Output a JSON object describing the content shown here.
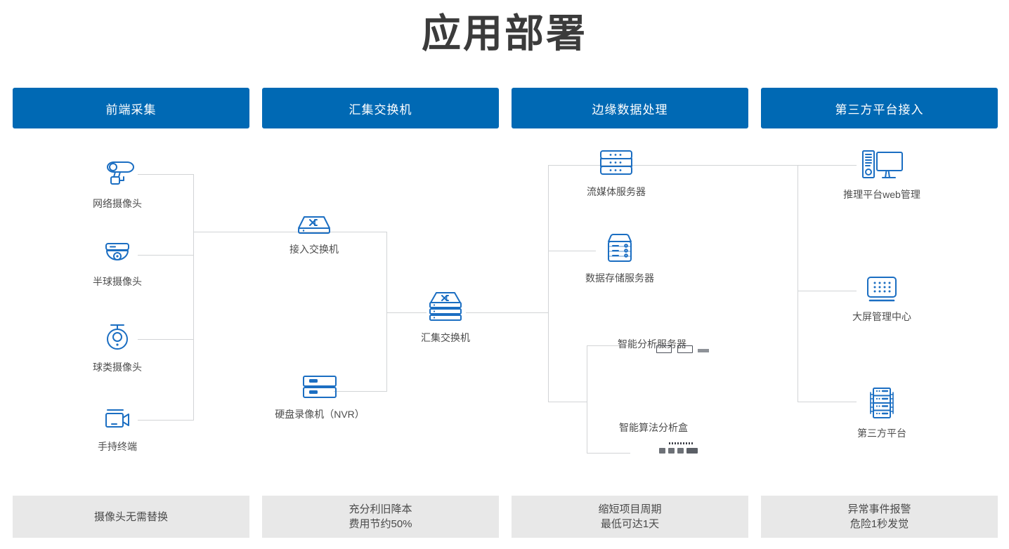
{
  "page": {
    "title": "应用部署",
    "accent_color": "#0069b4",
    "footer_bg": "#e8e8e8",
    "line_color": "#d2d4d6",
    "icon_color": "#1b6ec2"
  },
  "columns": [
    {
      "header": "前端采集",
      "footer_lines": [
        "摄像头无需替换"
      ],
      "nodes": [
        {
          "label": "网络摄像头",
          "icon": "bullet-camera-icon"
        },
        {
          "label": "半球摄像头",
          "icon": "dome-camera-icon"
        },
        {
          "label": "球类摄像头",
          "icon": "ptz-camera-icon"
        },
        {
          "label": "手持终端",
          "icon": "camcorder-icon"
        }
      ]
    },
    {
      "header": "汇集交换机",
      "footer_lines": [
        "充分利旧降本",
        "费用节约50%"
      ],
      "nodes": [
        {
          "label": "接入交换机",
          "icon": "network-switch-icon"
        },
        {
          "label": "硬盘录像机（NVR）",
          "icon": "nvr-recorder-icon"
        },
        {
          "label": "汇集交换机",
          "icon": "stacked-switch-icon"
        }
      ]
    },
    {
      "header": "边缘数据处理",
      "footer_lines": [
        "缩短项目周期",
        "最低可达1天"
      ],
      "nodes": [
        {
          "label": "流媒体服务器",
          "icon": "rack-server-icon"
        },
        {
          "label": "数据存储服务器",
          "icon": "storage-server-icon"
        },
        {
          "label": "智能分析服务器",
          "icon": "analysis-server-photo"
        },
        {
          "label": "智能算法分析盒",
          "icon": "analysis-box-photo"
        }
      ]
    },
    {
      "header": "第三方平台接入",
      "footer_lines": [
        "异常事件报警",
        "危险1秒发觉"
      ],
      "nodes": [
        {
          "label": "推理平台web管理",
          "icon": "desktop-pc-icon"
        },
        {
          "label": "大屏管理中心",
          "icon": "video-wall-icon"
        },
        {
          "label": "第三方平台",
          "icon": "server-rack-icon"
        }
      ]
    }
  ]
}
